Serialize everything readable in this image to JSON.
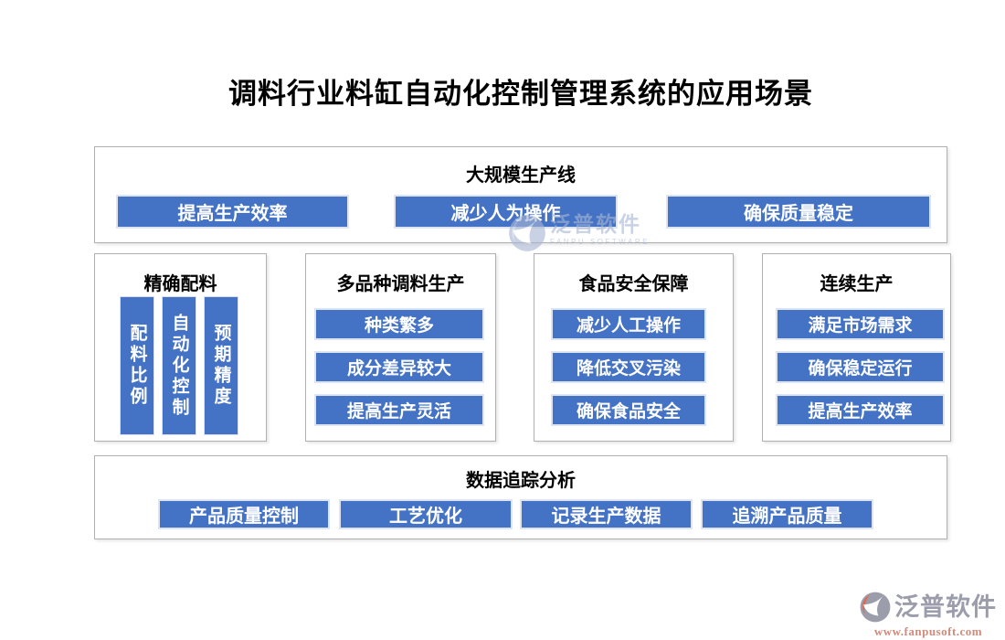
{
  "page": {
    "title": "调料行业料缸自动化控制管理系统的应用场景"
  },
  "top_section": {
    "title": "大规模生产线",
    "items": [
      "提高生产效率",
      "减少人为操作",
      "确保质量稳定"
    ]
  },
  "middle_sections": [
    {
      "title": "精确配料",
      "orientation": "vertical",
      "items": [
        "配料比例",
        "自动化控制",
        "预期精度"
      ]
    },
    {
      "title": "多品种调料生产",
      "orientation": "horizontal",
      "items": [
        "种类繁多",
        "成分差异较大",
        "提高生产灵活"
      ]
    },
    {
      "title": "食品安全保障",
      "orientation": "horizontal",
      "items": [
        "减少人工操作",
        "降低交叉污染",
        "确保食品安全"
      ]
    },
    {
      "title": "连续生产",
      "orientation": "horizontal",
      "items": [
        "满足市场需求",
        "确保稳定运行",
        "提高生产效率"
      ]
    }
  ],
  "bottom_section": {
    "title": "数据追踪分析",
    "items": [
      "产品质量控制",
      "工艺优化",
      "记录生产数据",
      "追溯产品质量"
    ]
  },
  "watermark": {
    "name": "泛普软件",
    "subtitle": "FANPU SOFTWARE"
  },
  "footer": {
    "name": "泛普软件",
    "url": "www.fanpusoft.com"
  },
  "colors": {
    "accent": "#4472c4",
    "pill_text": "#ffffff",
    "pill_border": "#dde4f3",
    "panel_border": "#b0b0b0",
    "watermark": "#a9b7d4",
    "logo_gray": "#9b9dab",
    "logo_orange": "#e0694d",
    "url_text": "#d28a7b"
  }
}
